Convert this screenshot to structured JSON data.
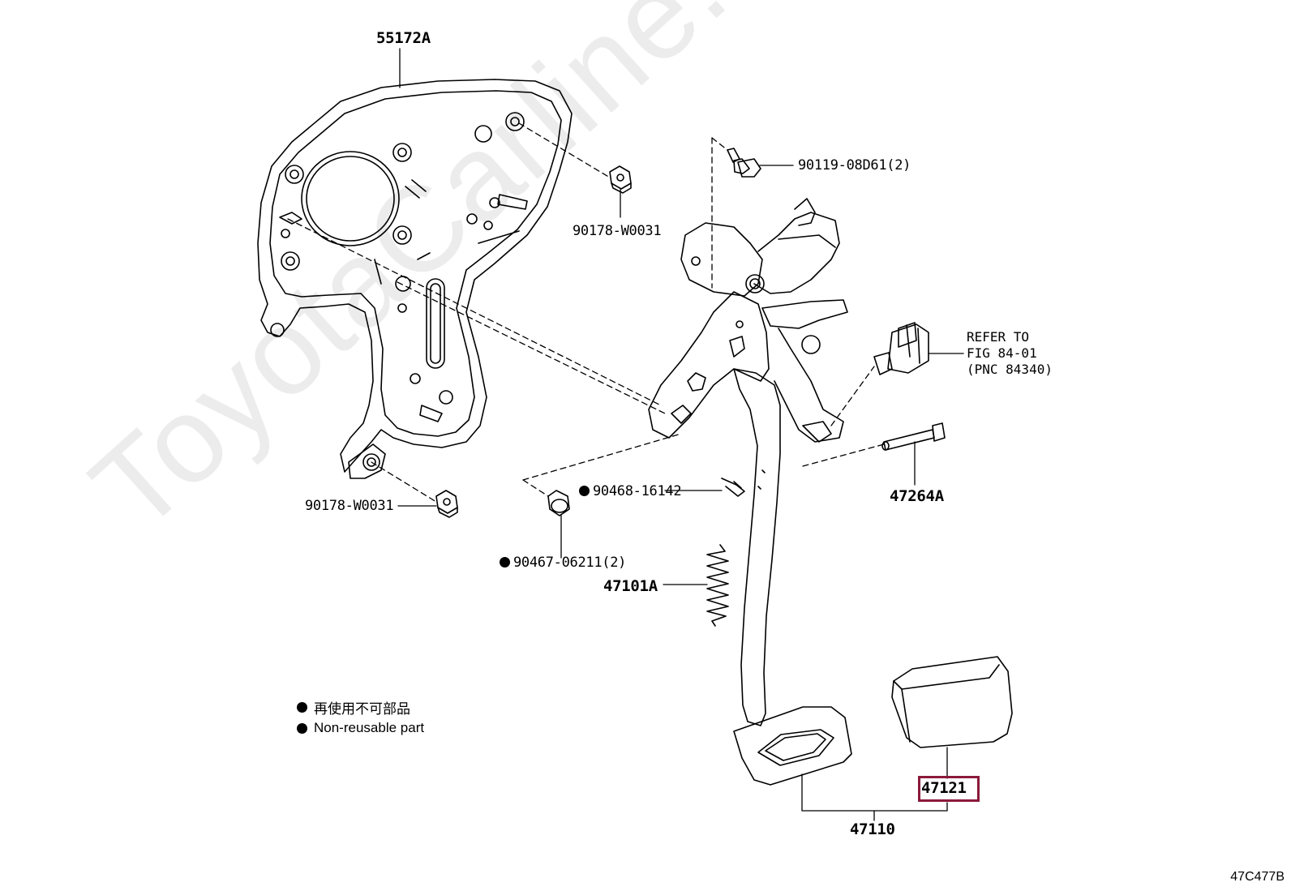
{
  "watermark": "ToyotaCarline.ru",
  "parts": {
    "p55172a": "55172A",
    "p90119": "90119-08D61(2)",
    "p90178_top": "90178-W0031",
    "p90178_bottom": "90178-W0031",
    "p90468": "90468-16142",
    "p90467": "90467-06211(2)",
    "p47101a": "47101A",
    "p47264a": "47264A",
    "p47121": "47121",
    "p47110": "47110"
  },
  "refer": {
    "line1": "REFER TO",
    "line2": "FIG 84-01",
    "line3": "(PNC 84340)"
  },
  "legend": {
    "line1": "再使用不可部品",
    "line2": "Non-reusable part"
  },
  "figure_code": "47C477B",
  "colors": {
    "highlight": "#8b1a3a",
    "line": "#000000",
    "watermark": "#ececec"
  }
}
